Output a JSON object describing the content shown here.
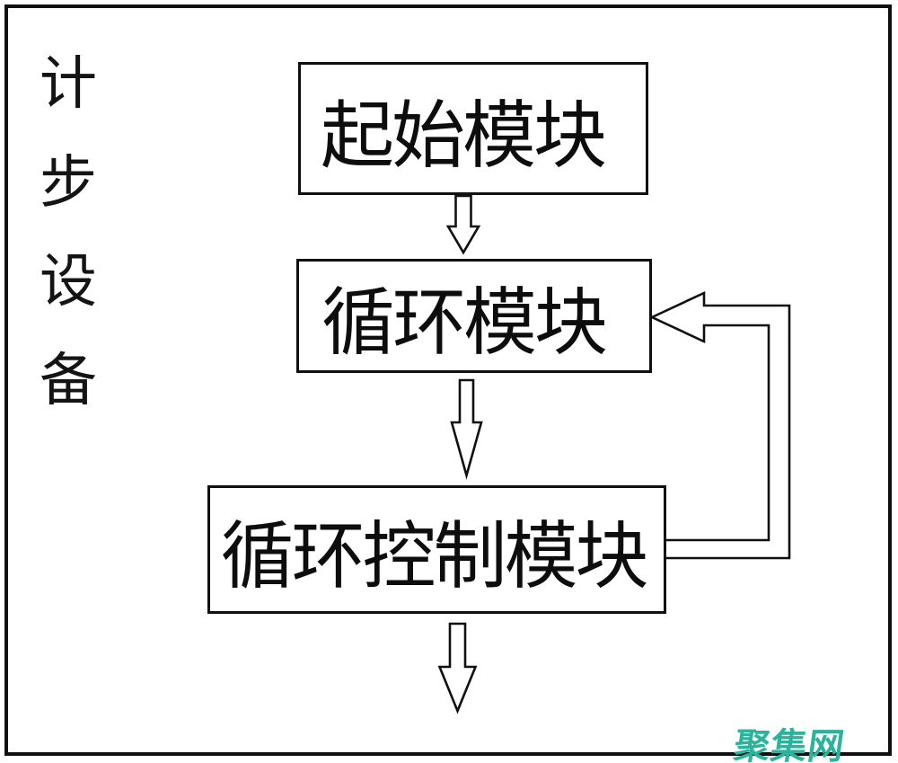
{
  "diagram": {
    "side_label": {
      "text": "计步设备",
      "chars": [
        "计",
        "步",
        "设",
        "备"
      ]
    },
    "nodes": [
      {
        "id": "start-module",
        "label": "起始模块"
      },
      {
        "id": "loop-module",
        "label": "循环模块"
      },
      {
        "id": "loop-control-module",
        "label": "循环控制模块"
      }
    ],
    "connections": [
      {
        "from": "start-module",
        "to": "loop-module",
        "type": "down-arrow"
      },
      {
        "from": "loop-module",
        "to": "loop-control-module",
        "type": "down-arrow"
      },
      {
        "from": "loop-control-module",
        "to": "loop-module",
        "type": "feedback-elbow-arrow"
      },
      {
        "from": "loop-control-module",
        "to": "output",
        "type": "down-arrow"
      }
    ],
    "watermark": {
      "text": "聚集网",
      "color": "#2bb49b"
    },
    "colors": {
      "line": "#101010",
      "background": "#ffffff"
    }
  }
}
